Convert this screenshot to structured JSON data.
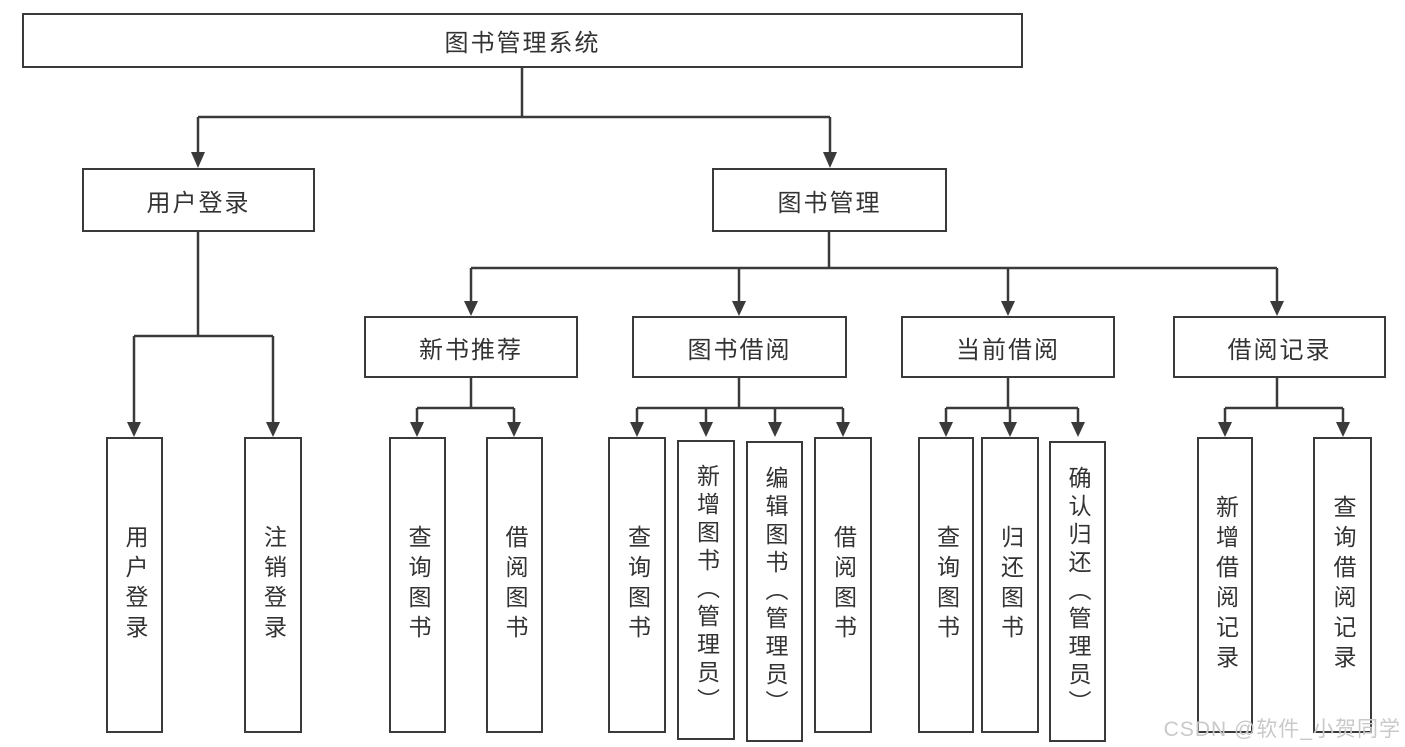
{
  "diagram_title": "图书管理系统",
  "tree": {
    "label": "图书管理系统",
    "children": [
      {
        "label": "用户登录",
        "children": [
          {
            "label": "用户登录"
          },
          {
            "label": "注销登录"
          }
        ]
      },
      {
        "label": "图书管理",
        "children": [
          {
            "label": "新书推荐",
            "children": [
              {
                "label": "查询图书"
              },
              {
                "label": "借阅图书"
              }
            ]
          },
          {
            "label": "图书借阅",
            "children": [
              {
                "label": "查询图书"
              },
              {
                "label": "新增图书（管理员）"
              },
              {
                "label": "编辑图书（管理员）"
              },
              {
                "label": "借阅图书"
              }
            ]
          },
          {
            "label": "当前借阅",
            "children": [
              {
                "label": "查询图书"
              },
              {
                "label": "归还图书"
              },
              {
                "label": "确认归还（管理员）"
              }
            ]
          },
          {
            "label": "借阅记录",
            "children": [
              {
                "label": "新增借阅记录"
              },
              {
                "label": "查询借阅记录"
              }
            ]
          }
        ]
      }
    ]
  },
  "watermark": {
    "text": "CSDN @软件_小贺同学"
  },
  "colors": {
    "line": "#3a3a3a",
    "text": "#333333",
    "background": "#ffffff",
    "watermark": "#c9c9c9"
  }
}
